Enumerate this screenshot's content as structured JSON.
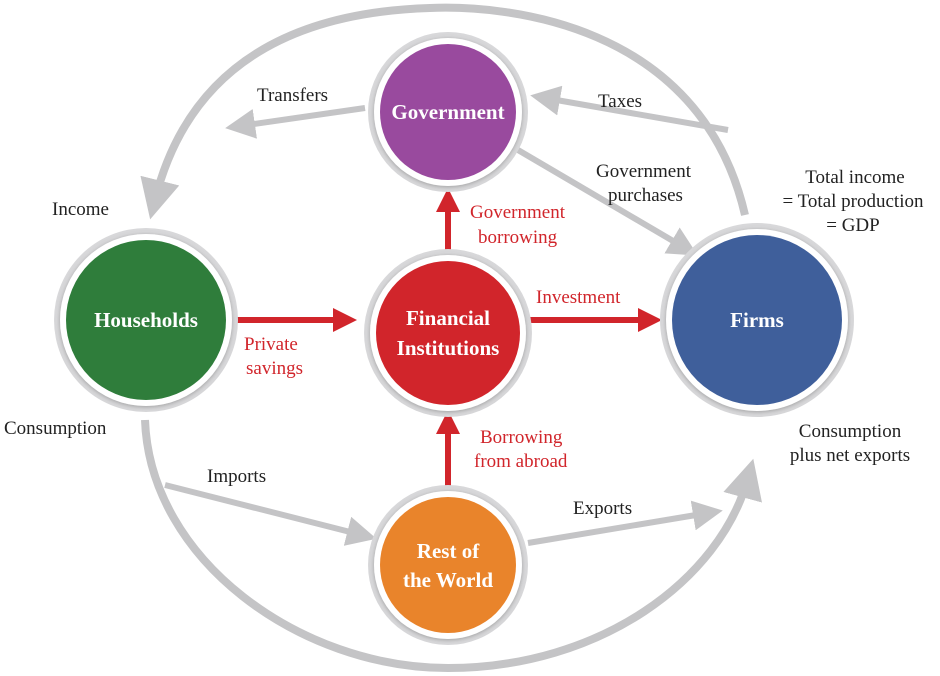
{
  "nodes": {
    "government": [
      "Government"
    ],
    "households": [
      "Households"
    ],
    "financial": [
      "Financial",
      "Institutions"
    ],
    "firms": [
      "Firms"
    ],
    "world": [
      "Rest of",
      "the World"
    ]
  },
  "flows": {
    "transfers": "Transfers",
    "taxes": "Taxes",
    "gov_purchases": [
      "Government",
      "purchases"
    ],
    "income": "Income",
    "total_income": [
      "Total income",
      "= Total production",
      "= GDP"
    ],
    "gov_borrowing": [
      "Government",
      "borrowing"
    ],
    "investment": "Investment",
    "private_savings": [
      "Private",
      "savings"
    ],
    "consumption": "Consumption",
    "imports": "Imports",
    "borrowing_abroad": [
      "Borrowing",
      "from abroad"
    ],
    "exports": "Exports",
    "consumption_net_exports": [
      "Consumption",
      "plus net exports"
    ]
  },
  "colors": {
    "government": "#994a9e",
    "households": "#2f7d3b",
    "financial": "#d1252b",
    "firms": "#3f5f9b",
    "world": "#e9842b",
    "gray_flow": "#c4c4c6",
    "red_flow": "#d1252b"
  }
}
